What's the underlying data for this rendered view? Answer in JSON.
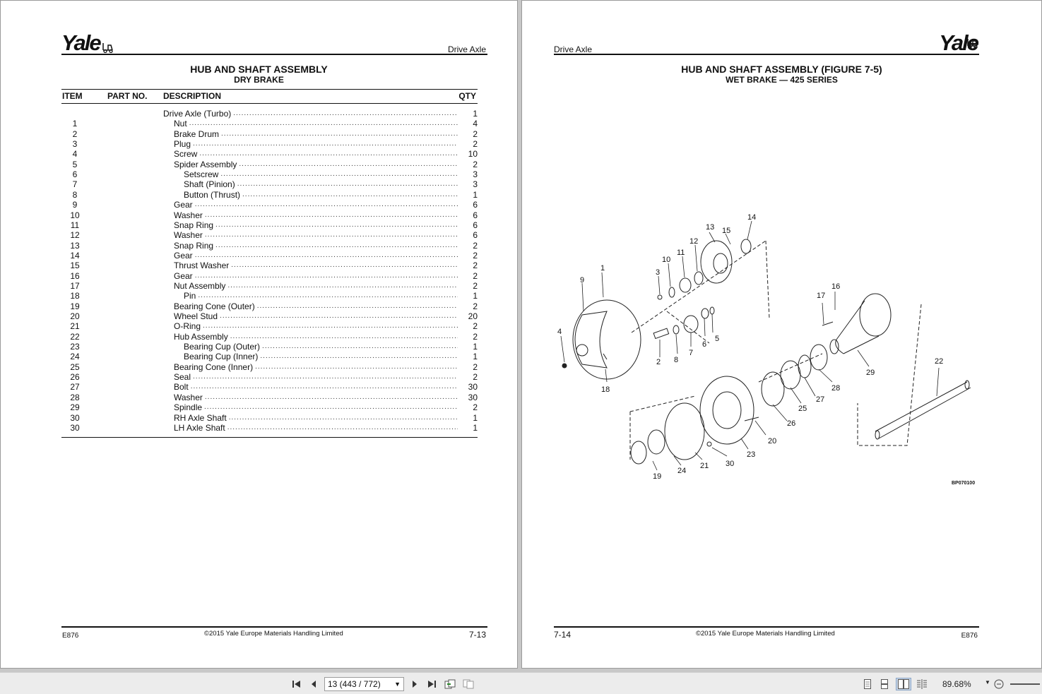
{
  "left_page": {
    "brand": "Yale",
    "section": "Drive Axle",
    "title": "HUB AND SHAFT ASSEMBLY",
    "subtitle": "DRY BRAKE",
    "columns": {
      "item": "ITEM",
      "part_no": "PART NO.",
      "description": "DESCRIPTION",
      "qty": "QTY"
    },
    "rows": [
      {
        "item": "",
        "desc": "Drive Axle (Turbo)",
        "qty": "1",
        "indent": 0
      },
      {
        "item": "1",
        "desc": "Nut",
        "qty": "4",
        "indent": 1
      },
      {
        "item": "2",
        "desc": "Brake Drum",
        "qty": "2",
        "indent": 1
      },
      {
        "item": "3",
        "desc": "Plug",
        "qty": "2",
        "indent": 1
      },
      {
        "item": "4",
        "desc": "Screw",
        "qty": "10",
        "indent": 1
      },
      {
        "item": "5",
        "desc": "Spider Assembly",
        "qty": "2",
        "indent": 1
      },
      {
        "item": "6",
        "desc": "Setscrew",
        "qty": "3",
        "indent": 2
      },
      {
        "item": "7",
        "desc": "Shaft (Pinion)",
        "qty": "3",
        "indent": 2
      },
      {
        "item": "8",
        "desc": "Button (Thrust)",
        "qty": "1",
        "indent": 2
      },
      {
        "item": "9",
        "desc": "Gear",
        "qty": "6",
        "indent": 1
      },
      {
        "item": "10",
        "desc": "Washer",
        "qty": "6",
        "indent": 1
      },
      {
        "item": "11",
        "desc": "Snap Ring",
        "qty": "6",
        "indent": 1
      },
      {
        "item": "12",
        "desc": "Washer",
        "qty": "6",
        "indent": 1
      },
      {
        "item": "13",
        "desc": "Snap Ring",
        "qty": "2",
        "indent": 1
      },
      {
        "item": "14",
        "desc": "Gear",
        "qty": "2",
        "indent": 1
      },
      {
        "item": "15",
        "desc": "Thrust Washer",
        "qty": "2",
        "indent": 1
      },
      {
        "item": "16",
        "desc": "Gear",
        "qty": "2",
        "indent": 1
      },
      {
        "item": "17",
        "desc": "Nut Assembly",
        "qty": "2",
        "indent": 1
      },
      {
        "item": "18",
        "desc": "Pin",
        "qty": "1",
        "indent": 2
      },
      {
        "item": "19",
        "desc": "Bearing Cone (Outer)",
        "qty": "2",
        "indent": 1
      },
      {
        "item": "20",
        "desc": "Wheel Stud",
        "qty": "20",
        "indent": 1
      },
      {
        "item": "21",
        "desc": "O-Ring",
        "qty": "2",
        "indent": 1
      },
      {
        "item": "22",
        "desc": "Hub Assembly",
        "qty": "2",
        "indent": 1
      },
      {
        "item": "23",
        "desc": "Bearing Cup (Outer)",
        "qty": "1",
        "indent": 2
      },
      {
        "item": "24",
        "desc": "Bearing Cup (Inner)",
        "qty": "1",
        "indent": 2
      },
      {
        "item": "25",
        "desc": "Bearing Cone (Inner)",
        "qty": "2",
        "indent": 1
      },
      {
        "item": "26",
        "desc": "Seal",
        "qty": "2",
        "indent": 1
      },
      {
        "item": "27",
        "desc": "Bolt",
        "qty": "30",
        "indent": 1
      },
      {
        "item": "28",
        "desc": "Washer",
        "qty": "30",
        "indent": 1
      },
      {
        "item": "29",
        "desc": "Spindle",
        "qty": "2",
        "indent": 1
      },
      {
        "item": "30",
        "desc": "RH Axle Shaft",
        "qty": "1",
        "indent": 1
      },
      {
        "item": "30",
        "desc": "LH Axle Shaft",
        "qty": "1",
        "indent": 1
      }
    ],
    "footer": {
      "doc_code": "E876",
      "copyright": "©2015 Yale Europe Materials Handling Limited",
      "page_no": "7-13"
    }
  },
  "right_page": {
    "brand": "Yale",
    "section": "Drive Axle",
    "title": "HUB AND SHAFT ASSEMBLY (FIGURE 7-5)",
    "subtitle": "WET BRAKE — 425 SERIES",
    "figure_code": "BP070100",
    "callouts": [
      "1",
      "2",
      "3",
      "4",
      "5",
      "6",
      "7",
      "8",
      "9",
      "10",
      "11",
      "12",
      "13",
      "14",
      "15",
      "16",
      "17",
      "18",
      "19",
      "20",
      "21",
      "22",
      "23",
      "24",
      "25",
      "26",
      "27",
      "28",
      "29",
      "30"
    ],
    "footer": {
      "page_no": "7-14",
      "copyright": "©2015 Yale Europe Materials Handling Limited",
      "doc_code": "E876"
    }
  },
  "toolbar": {
    "page_selector": "13 (443 / 772)",
    "zoom": "89.68%",
    "icons": [
      "first-page-icon",
      "prev-page-icon",
      "next-page-icon",
      "last-page-icon",
      "previous-view-icon",
      "next-view-icon",
      "single-page-icon",
      "continuous-icon",
      "facing-icon",
      "continuous-facing-icon",
      "zoom-out-icon"
    ]
  }
}
